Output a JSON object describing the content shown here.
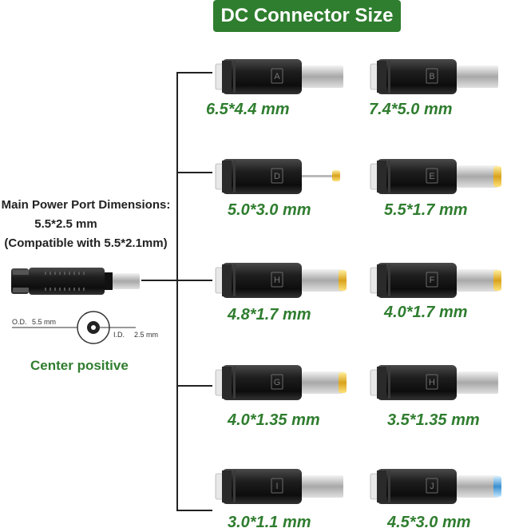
{
  "title": "DC Connector Size",
  "main_port": {
    "heading": "Main Power Port Dimensions:",
    "size": "5.5*2.5 mm",
    "compat": "(Compatible with 5.5*2.1mm)",
    "od_label": "O.D.",
    "od_value": "5.5 mm",
    "id_label": "I.D.",
    "id_value": "2.5 mm",
    "polarity": "Center positive"
  },
  "connectors": [
    {
      "letter": "A",
      "size": "6.5*4.4 mm",
      "tip": "silver"
    },
    {
      "letter": "B",
      "size": "7.4*5.0 mm",
      "tip": "silver"
    },
    {
      "letter": "D",
      "size": "5.0*3.0 mm",
      "tip": "gold-pin"
    },
    {
      "letter": "E",
      "size": "5.5*1.7 mm",
      "tip": "gold"
    },
    {
      "letter": "H",
      "size": "4.8*1.7 mm",
      "tip": "gold"
    },
    {
      "letter": "F",
      "size": "4.0*1.7 mm",
      "tip": "gold"
    },
    {
      "letter": "G",
      "size": "4.0*1.35 mm",
      "tip": "gold"
    },
    {
      "letter": "H",
      "size": "3.5*1.35 mm",
      "tip": "silver"
    },
    {
      "letter": "I",
      "size": "3.0*1.1 mm",
      "tip": "silver"
    },
    {
      "letter": "J",
      "size": "4.5*3.0 mm",
      "tip": "blue"
    }
  ],
  "colors": {
    "brand_green": "#2f7d2f",
    "plug_body": "#1b1b1b"
  }
}
